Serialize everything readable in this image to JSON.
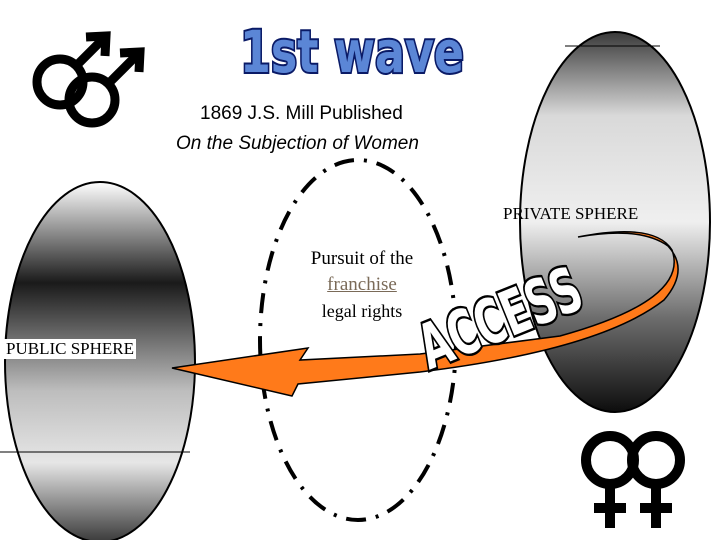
{
  "title": {
    "text": "1st wave"
  },
  "subtitle": {
    "line1": "1869 J.S. Mill Published",
    "line2": "On the Subjection of Women"
  },
  "spheres": {
    "private": "PRIVATE SPHERE",
    "public": "PUBLIC SPHERE"
  },
  "center": {
    "line1": "Pursuit of the",
    "line2": "franchise",
    "line3": "legal rights"
  },
  "arrow_text": "ACCESS",
  "icons": {
    "male": "male-symbols-icon",
    "female": "female-symbols-icon"
  },
  "colors": {
    "arrow_fill": "#ff7a1a",
    "title_fill": "#5b86d6",
    "franchise_link": "#7a6a58"
  }
}
